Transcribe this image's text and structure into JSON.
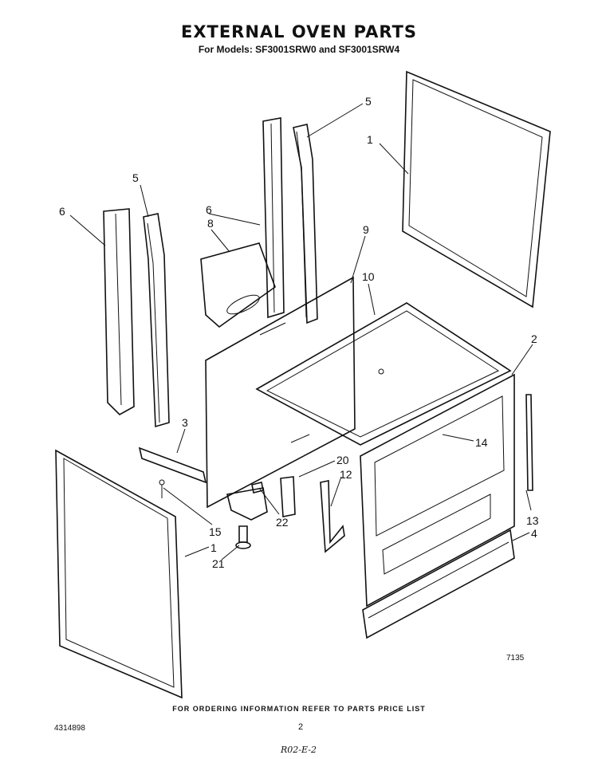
{
  "title": "EXTERNAL OVEN PARTS",
  "subtitle": "For Models: SF3001SRW0 and SF3001SRW4",
  "callouts": {
    "c1a": "1",
    "c1b": "1",
    "c2": "2",
    "c3": "3",
    "c4": "4",
    "c5a": "5",
    "c5b": "5",
    "c6a": "6",
    "c6b": "6",
    "c8": "8",
    "c9": "9",
    "c10": "10",
    "c12": "12",
    "c13": "13",
    "c14": "14",
    "c15": "15",
    "c20": "20",
    "c21": "21",
    "c22": "22"
  },
  "footer_note": "FOR ORDERING INFORMATION REFER TO PARTS PRICE LIST",
  "doc_number": "4314898",
  "page_number": "2",
  "figure_code": "7135",
  "handwritten_note": "R02-E-2"
}
